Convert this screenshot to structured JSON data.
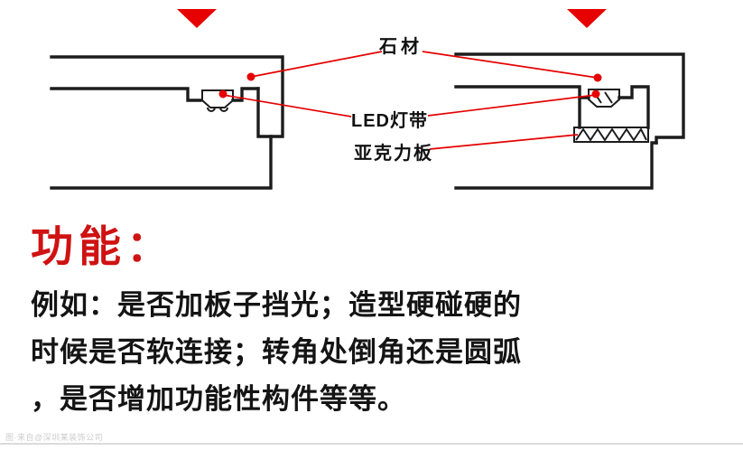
{
  "colors": {
    "accent_red": "#e60000",
    "heading_red": "#cf1212",
    "drawing_line": "#1c1c1c",
    "body_text": "#141414"
  },
  "annotations": {
    "stone_label": "石材",
    "led_label": "LED灯带",
    "acrylic_label": "亚克力板"
  },
  "icons": {
    "left_marker": "down-triangle-icon",
    "right_marker": "down-triangle-icon"
  },
  "body": {
    "heading": "功能：",
    "lines": [
      "例如：是否加板子挡光；造型硬碰硬的",
      "时候是否软连接；转角处倒角还是圆弧",
      "，是否增加功能性构件等等。"
    ]
  },
  "footer": {
    "watermark": "图·来自@深圳某装饰公司"
  }
}
